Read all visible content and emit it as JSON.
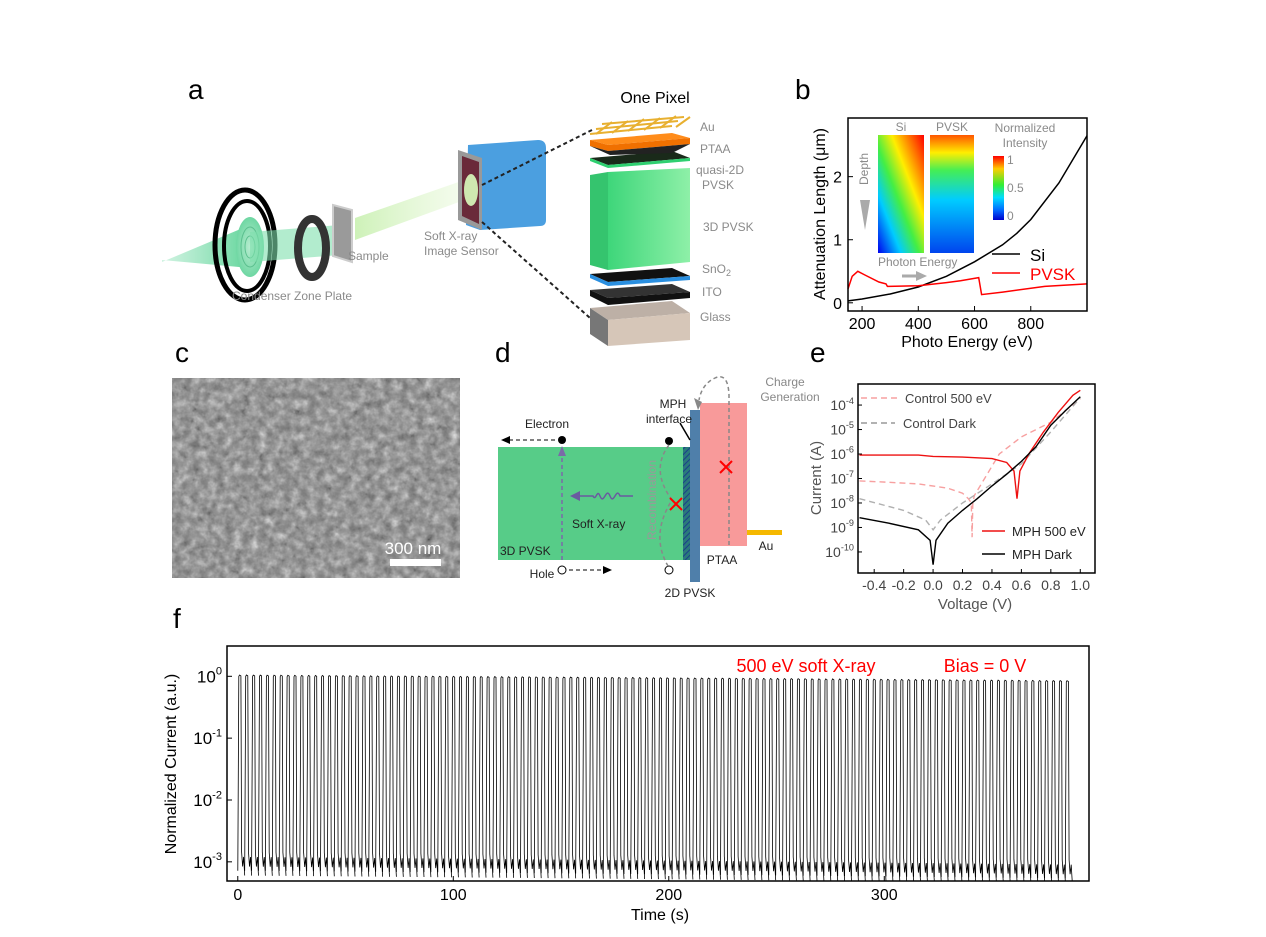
{
  "panels": {
    "a": "a",
    "b": "b",
    "c": "c",
    "d": "d",
    "e": "e",
    "f": "f"
  },
  "panel_a": {
    "title": "One Pixel",
    "condenser": "Condenser Zone Plate",
    "sample": "Sample",
    "sensor_line1": "Soft X-ray",
    "sensor_line2": "Image Sensor",
    "layers": {
      "au": "Au",
      "ptaa": "PTAA",
      "quasi_line1": "quasi-2D",
      "quasi_line2": "PVSK",
      "pvsk3d": "3D PVSK",
      "sno2": {
        "text": "SnO",
        "sub": "2"
      },
      "ito": "ITO",
      "glass": "Glass"
    }
  },
  "panel_c": {
    "scale_bar": "300 nm"
  },
  "panel_d": {
    "electron": "Electron",
    "hole": "Hole",
    "mph_line1": "MPH",
    "mph_line2": "interface",
    "charge_line1": "Charge",
    "charge_line2": "Generation",
    "soft_xray": "Soft X-ray",
    "pvsk3d": "3D PVSK",
    "recombination": "Recombination",
    "ptaa": "PTAA",
    "au": "Au",
    "pvsk2d": "2D PVSK"
  },
  "chart_data": [
    {
      "id": "b",
      "type": "line",
      "xlabel": "Photo Energy (eV)",
      "ylabel": "Attenuation Length (μm)",
      "xlim": [
        150,
        1000
      ],
      "ylim": [
        -0.13,
        2.93
      ],
      "x_ticks": [
        200,
        400,
        600,
        800
      ],
      "y_ticks": [
        0,
        1,
        2
      ],
      "legend_position": "right",
      "series": [
        {
          "name": "Si",
          "color": "#000000",
          "x": [
            150,
            200,
            300,
            400,
            500,
            600,
            700,
            750,
            800,
            900,
            1000
          ],
          "y": [
            0.03,
            0.06,
            0.14,
            0.25,
            0.42,
            0.65,
            0.92,
            1.1,
            1.32,
            1.9,
            2.65
          ]
        },
        {
          "name": "PVSK",
          "color": "#ff0000",
          "x": [
            150,
            165,
            185,
            210,
            260,
            285,
            290,
            400,
            500,
            550,
            615,
            625,
            700,
            850,
            1000
          ],
          "y": [
            0.22,
            0.42,
            0.5,
            0.44,
            0.33,
            0.3,
            0.26,
            0.27,
            0.32,
            0.35,
            0.4,
            0.13,
            0.17,
            0.26,
            0.3
          ]
        }
      ],
      "inset": {
        "labels": [
          "Si",
          "PVSK"
        ],
        "colorbar_title_line1": "Normalized",
        "colorbar_title_line2": "Intensity",
        "colorbar_ticks": [
          "1",
          "0.5",
          "0"
        ],
        "depth_label": "Depth",
        "energy_label": "Photon Energy"
      }
    },
    {
      "id": "e",
      "type": "line",
      "xlabel": "Voltage (V)",
      "ylabel": "Current (A)",
      "xlim": [
        -0.51,
        1.1
      ],
      "ylim_log10": [
        -10.86,
        -3.14
      ],
      "x_ticks": [
        "-0.4",
        "-0.2",
        "0.0",
        "0.2",
        "0.4",
        "0.6",
        "0.8",
        "1.0"
      ],
      "y_ticks_exp": [
        -4,
        -5,
        -6,
        -7,
        -8,
        -9,
        -10
      ],
      "series": [
        {
          "name": "Control 500 eV",
          "color": "#f7a0a0",
          "dash": true,
          "x": [
            -0.5,
            -0.3,
            -0.1,
            0.1,
            0.2,
            0.24,
            0.26,
            0.265,
            0.27,
            0.28,
            0.35,
            0.45,
            0.6,
            0.8,
            1.0
          ],
          "y": [
            8e-08,
            7e-08,
            6e-08,
            4e-08,
            2.5e-08,
            1.5e-08,
            1e-08,
            4e-10,
            1e-08,
            2e-08,
            1e-07,
            1e-06,
            5e-06,
            2e-05,
            0.00018
          ]
        },
        {
          "name": "Control Dark",
          "color": "#b0b0b0",
          "dash": true,
          "x": [
            -0.5,
            -0.2,
            -0.05,
            0,
            0.05,
            0.2,
            0.4,
            0.6,
            0.8,
            1.0
          ],
          "y": [
            1.5e-08,
            5e-09,
            2e-09,
            8e-10,
            2e-09,
            1e-08,
            6e-08,
            4e-07,
            8e-06,
            0.0002
          ]
        },
        {
          "name": "MPH 500 eV",
          "color": "#ee1111",
          "dash": false,
          "x": [
            -0.5,
            -0.1,
            0,
            0.2,
            0.4,
            0.5,
            0.55,
            0.57,
            0.59,
            0.65,
            0.75,
            0.85,
            0.95,
            1.0
          ],
          "y": [
            9e-07,
            9e-07,
            8e-07,
            7.5e-07,
            6.5e-07,
            4.5e-07,
            2e-07,
            1.5e-08,
            2e-07,
            1e-06,
            8e-06,
            5e-05,
            0.00025,
            0.0004
          ]
        },
        {
          "name": "MPH Dark",
          "color": "#000000",
          "dash": false,
          "x": [
            -0.5,
            -0.3,
            -0.1,
            -0.02,
            0,
            0.02,
            0.1,
            0.2,
            0.3,
            0.4,
            0.5,
            0.6,
            0.7,
            0.8,
            0.9,
            1.0
          ],
          "y": [
            2.5e-09,
            1.5e-09,
            8e-10,
            3e-10,
            3e-11,
            3e-10,
            1.5e-09,
            5e-09,
            1.5e-08,
            5e-08,
            1.5e-07,
            5e-07,
            2e-06,
            1.5e-05,
            6e-05,
            0.00022
          ]
        }
      ]
    },
    {
      "id": "f",
      "type": "line",
      "xlabel": "Time (s)",
      "ylabel": "Normalized Current (a.u.)",
      "xlim": [
        -5,
        395
      ],
      "ylim_log10": [
        -3.31,
        0.49
      ],
      "x_ticks": [
        0,
        100,
        200,
        300
      ],
      "y_ticks_exp": [
        0,
        -1,
        -2,
        -3
      ],
      "annotations": [
        "500 eV soft X-ray",
        "Bias = 0 V"
      ],
      "annotation_color": "#ff0000",
      "series": [
        {
          "name": "Normalized photocurrent",
          "color": "#000000",
          "pulse_start_s": 0,
          "pulse_end_s": 385,
          "pulse_period_s": 3.2,
          "peak_start": 1.05,
          "peak_end": 0.85,
          "baseline_start": 0.0012,
          "baseline_end": 0.0009
        }
      ]
    }
  ]
}
